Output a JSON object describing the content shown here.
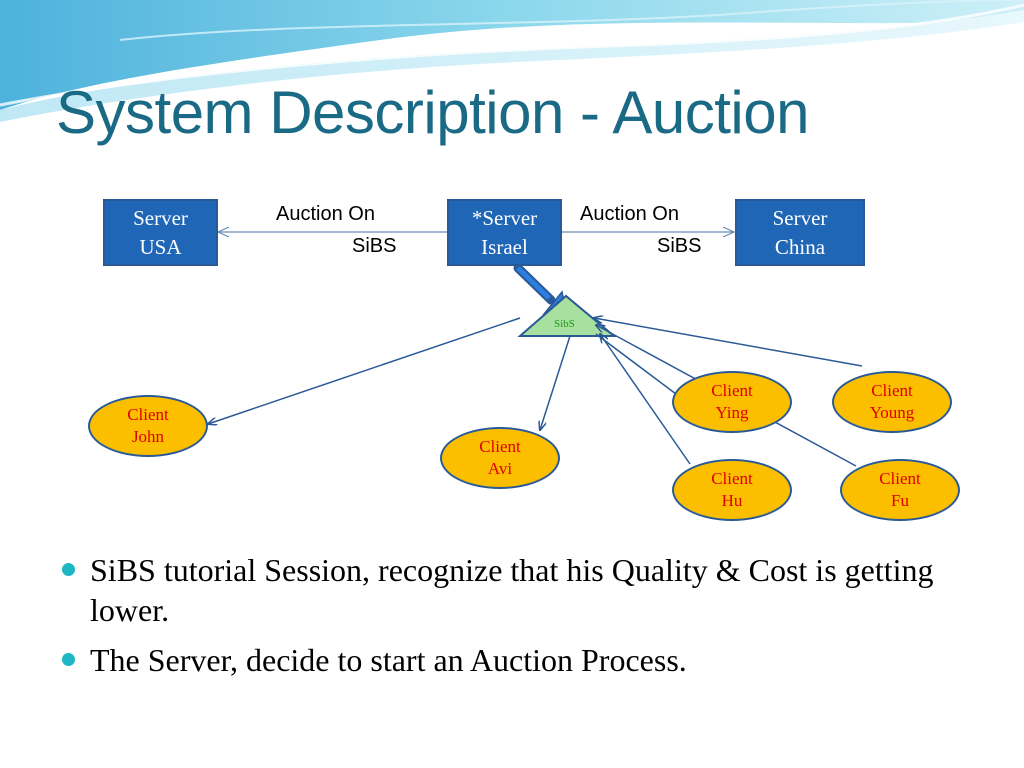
{
  "slide": {
    "title": "System Description - Auction"
  },
  "diagram": {
    "servers": {
      "usa": {
        "line1": "Server",
        "line2": "USA"
      },
      "israel": {
        "line1": "*Server",
        "line2": "Israel"
      },
      "china": {
        "line1": "Server",
        "line2": "China"
      }
    },
    "links": {
      "left": {
        "line1": "Auction On",
        "line2": "SiBS"
      },
      "right": {
        "line1": "Auction On",
        "line2": "SiBS"
      }
    },
    "hub": {
      "label": "SibS"
    },
    "clients": {
      "john": {
        "line1": "Client",
        "line2": "John"
      },
      "avi": {
        "line1": "Client",
        "line2": "Avi"
      },
      "ying": {
        "line1": "Client",
        "line2": "Ying"
      },
      "young": {
        "line1": "Client",
        "line2": "Young"
      },
      "hu": {
        "line1": "Client",
        "line2": "Hu"
      },
      "fu": {
        "line1": "Client",
        "line2": "Fu"
      }
    },
    "colors": {
      "server_fill": "#1f66b7",
      "client_fill": "#fcbf00",
      "client_text": "#e00000",
      "hub_fill": "#a8e0a0",
      "arrow": "#2a5a96",
      "title": "#1a6a86",
      "bullet": "#1db6c4"
    }
  },
  "bullets": [
    "SiBS tutorial Session, recognize that his Quality & Cost is getting lower.",
    "The Server, decide to start an Auction Process."
  ]
}
